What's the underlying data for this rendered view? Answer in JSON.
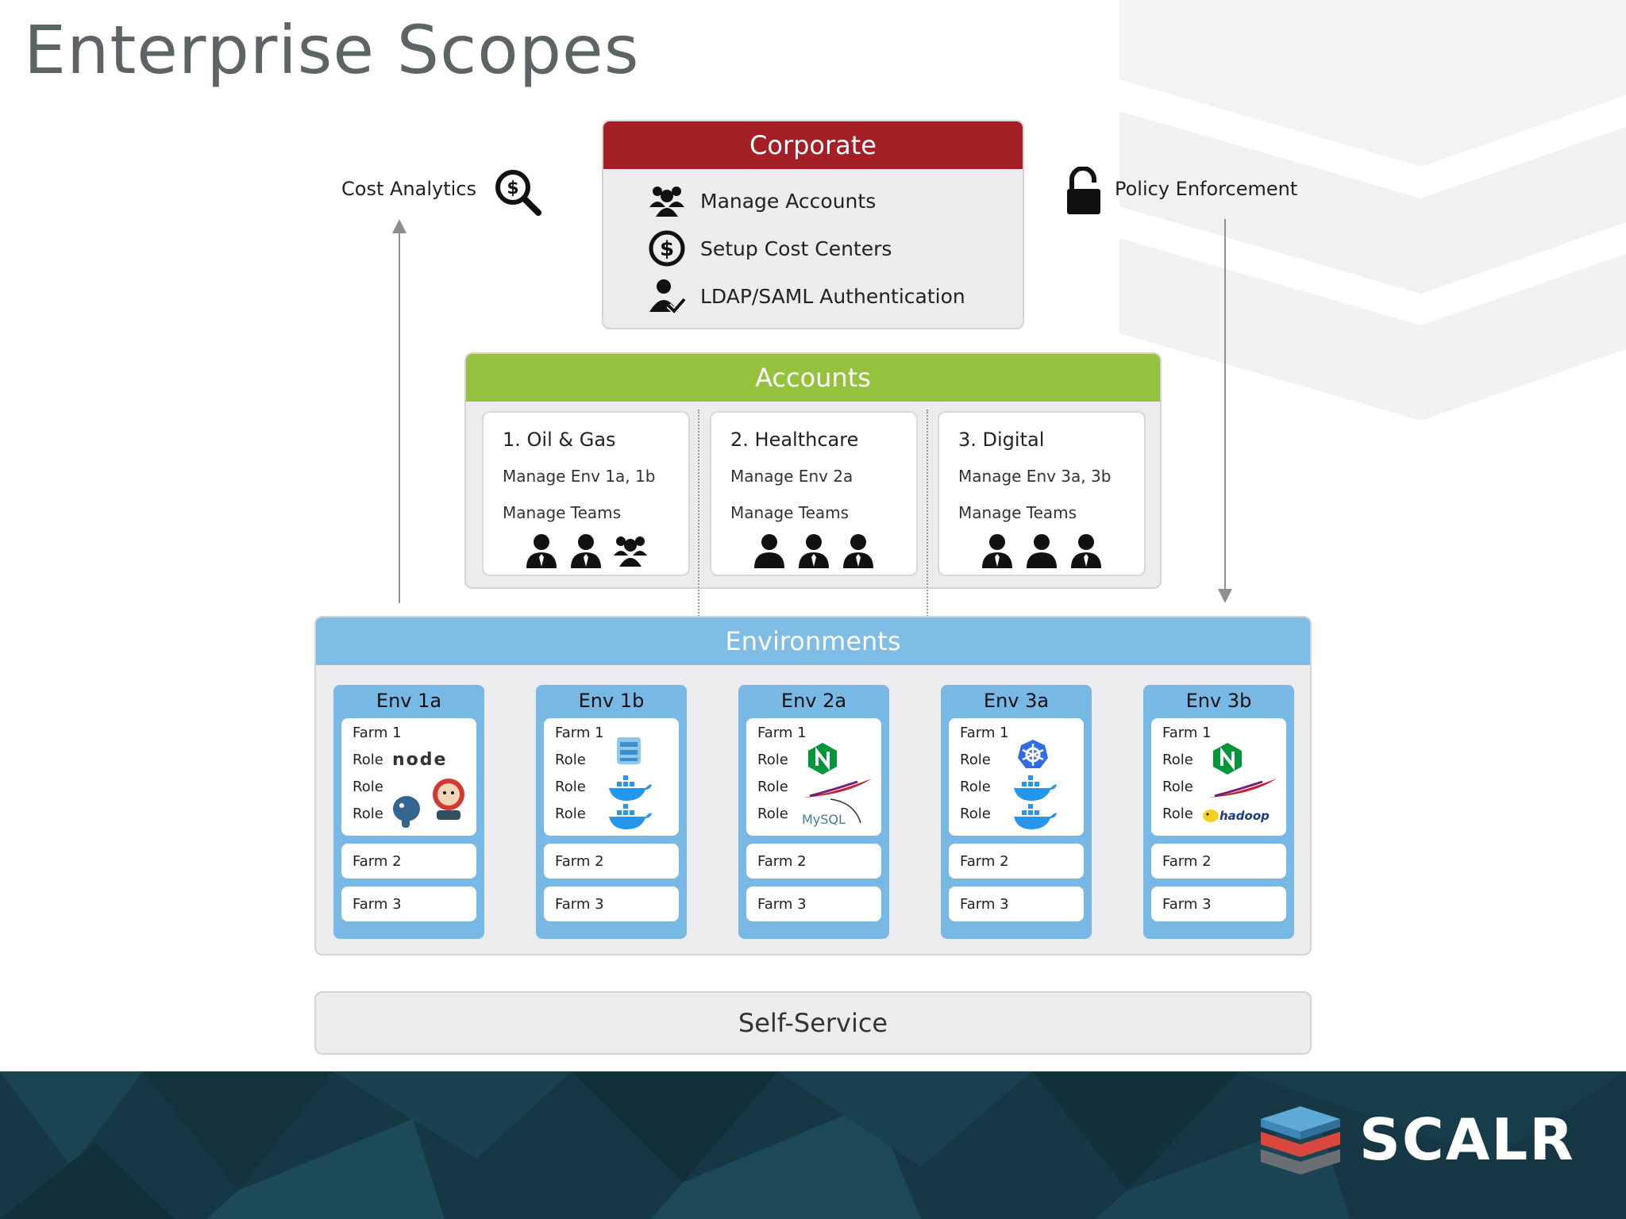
{
  "title": "Enterprise Scopes",
  "cost_analytics": {
    "label": "Cost Analytics",
    "icon": "magnifier-dollar-icon"
  },
  "policy_enforcement": {
    "label": "Policy Enforcement",
    "icon": "unlocked-padlock-icon"
  },
  "corporate": {
    "header": "Corporate",
    "items": [
      {
        "label": "Manage Accounts",
        "icon": "group-icon"
      },
      {
        "label": "Setup Cost Centers",
        "icon": "dollar-circle-icon"
      },
      {
        "label": "LDAP/SAML Authentication",
        "icon": "user-check-icon"
      }
    ]
  },
  "accounts": {
    "header": "Accounts",
    "cards": [
      {
        "name": "1. Oil & Gas",
        "envs": "Manage Env 1a, 1b",
        "teams": "Manage Teams"
      },
      {
        "name": "2. Healthcare",
        "envs": "Manage Env 2a",
        "teams": "Manage Teams"
      },
      {
        "name": "3. Digital",
        "envs": "Manage Env 3a, 3b",
        "teams": "Manage Teams"
      }
    ]
  },
  "environments": {
    "header": "Environments",
    "envs": [
      {
        "name": "Env 1a",
        "farm1": "Farm 1",
        "roles": [
          "Role",
          "Role",
          "Role"
        ],
        "farm2": "Farm 2",
        "farm3": "Farm 3",
        "icons": [
          "nodejs",
          "postgresql",
          "jenkins"
        ]
      },
      {
        "name": "Env 1b",
        "farm1": "Farm 1",
        "roles": [
          "Role",
          "Role",
          "Role"
        ],
        "farm2": "Farm 2",
        "farm3": "Farm 3",
        "icons": [
          "docker-registry",
          "docker",
          "docker"
        ]
      },
      {
        "name": "Env 2a",
        "farm1": "Farm 1",
        "roles": [
          "Role",
          "Role",
          "Role"
        ],
        "farm2": "Farm 2",
        "farm3": "Farm 3",
        "icons": [
          "nginx",
          "apache",
          "mysql"
        ]
      },
      {
        "name": "Env 3a",
        "farm1": "Farm 1",
        "roles": [
          "Role",
          "Role",
          "Role"
        ],
        "farm2": "Farm 2",
        "farm3": "Farm 3",
        "icons": [
          "kubernetes",
          "docker",
          "docker"
        ]
      },
      {
        "name": "Env 3b",
        "farm1": "Farm 1",
        "roles": [
          "Role",
          "Role",
          "Role"
        ],
        "farm2": "Farm 2",
        "farm3": "Farm 3",
        "icons": [
          "nginx",
          "apache",
          "hadoop"
        ]
      }
    ],
    "logo_texts": {
      "node": "node",
      "mysql": "MySQL",
      "hadoop": "hadoop"
    }
  },
  "self_service": "Self-Service",
  "footer": {
    "logo_text": "SCALR"
  },
  "colors": {
    "corporate": "#a41f26",
    "accounts": "#94c13e",
    "environments": "#80bde6",
    "footer": "#163845"
  }
}
